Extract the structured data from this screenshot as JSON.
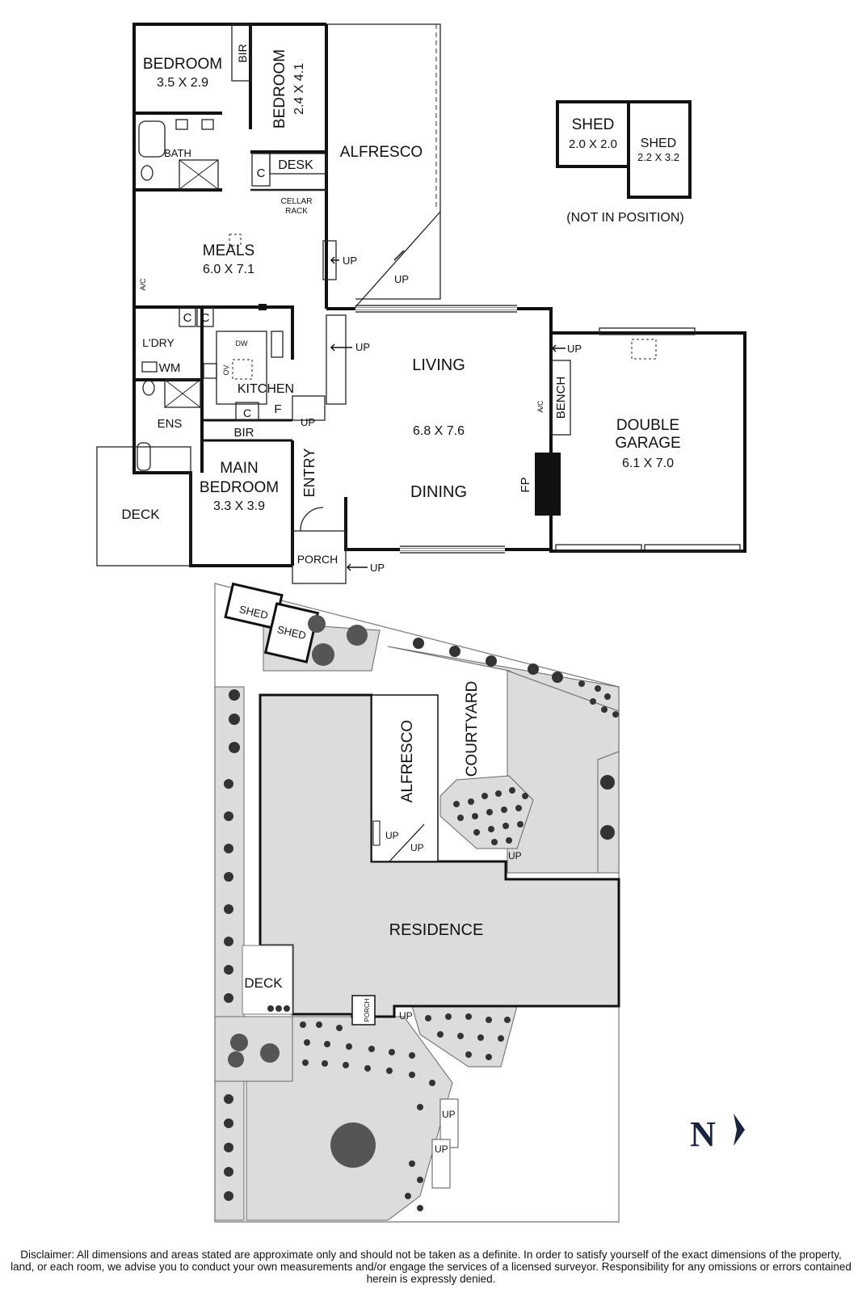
{
  "rooms": {
    "bedroom1": {
      "name": "BEDROOM",
      "dim": "3.5 X 2.9"
    },
    "bedroom2": {
      "name": "BEDROOM",
      "dim": "2.4 X 4.1"
    },
    "bir1": "BIR",
    "bath": "BATH",
    "desk": "DESK",
    "c_desk": "C",
    "cellar": [
      "CELLAR",
      "RACK"
    ],
    "alfresco": "ALFRESCO",
    "meals": {
      "name": "MEALS",
      "dim": "6.0 X 7.1"
    },
    "ac1": "A/C",
    "c1": "C",
    "c2": "C",
    "laundry": "L'DRY",
    "dw": "DW",
    "ov": "OV",
    "wm": "WM",
    "kitchen": "KITCHEN",
    "f": "F",
    "c_bir": "C",
    "ens": "ENS",
    "bir2": "BIR",
    "main_bedroom": {
      "name1": "MAIN",
      "name2": "BEDROOM",
      "dim": "3.3 X 3.9"
    },
    "deck": "DECK",
    "entry": "ENTRY",
    "porch": "PORCH",
    "living": "LIVING",
    "living_dim": "6.8 X 7.6",
    "dining": "DINING",
    "ac2": "A/C",
    "bench": "BENCH",
    "fp": "FP",
    "garage": {
      "name1": "DOUBLE",
      "name2": "GARAGE",
      "dim": "6.1 X 7.0"
    },
    "shed1": {
      "name": "SHED",
      "dim": "2.0 X 2.0"
    },
    "shed2": {
      "name": "SHED",
      "dim": "2.2 X 3.2"
    },
    "not_in_position": "(NOT IN POSITION)"
  },
  "up_label": "UP",
  "site": {
    "shed1": "SHED",
    "shed2": "SHED",
    "alfresco": "ALFRESCO",
    "courtyard": "COURTYARD",
    "residence": "RESIDENCE",
    "deck": "DECK",
    "porch": "PORCH"
  },
  "north": "N",
  "disclaimer": "Disclaimer: All dimensions and areas stated are approximate only and should not be taken as a definite. In order to satisfy yourself of the exact dimensions of the property, land, or each room, we advise you to conduct your own measurements and/or engage the services of a licensed surveyor. Responsibility for any omissions or errors contained herein is expressly denied."
}
